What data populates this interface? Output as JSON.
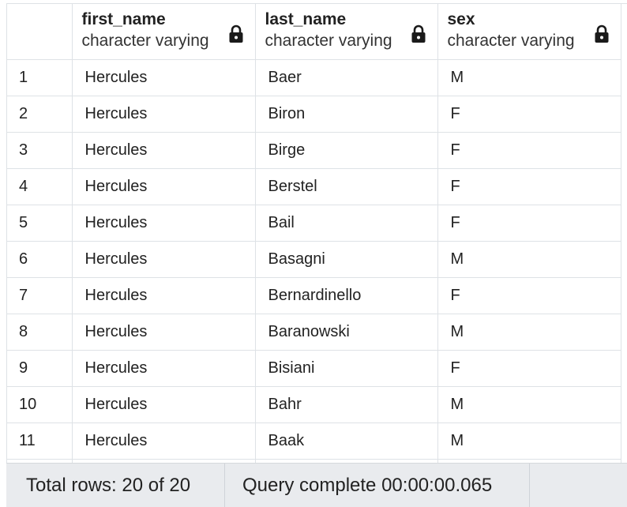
{
  "columns": [
    {
      "name": "first_name",
      "type": "character varying"
    },
    {
      "name": "last_name",
      "type": "character varying"
    },
    {
      "name": "sex",
      "type": "character varying"
    }
  ],
  "rows": [
    {
      "num": "1",
      "first_name": "Hercules",
      "last_name": "Baer",
      "sex": "M"
    },
    {
      "num": "2",
      "first_name": "Hercules",
      "last_name": "Biron",
      "sex": "F"
    },
    {
      "num": "3",
      "first_name": "Hercules",
      "last_name": "Birge",
      "sex": "F"
    },
    {
      "num": "4",
      "first_name": "Hercules",
      "last_name": "Berstel",
      "sex": "F"
    },
    {
      "num": "5",
      "first_name": "Hercules",
      "last_name": "Bail",
      "sex": "F"
    },
    {
      "num": "6",
      "first_name": "Hercules",
      "last_name": "Basagni",
      "sex": "M"
    },
    {
      "num": "7",
      "first_name": "Hercules",
      "last_name": "Bernardinello",
      "sex": "F"
    },
    {
      "num": "8",
      "first_name": "Hercules",
      "last_name": "Baranowski",
      "sex": "M"
    },
    {
      "num": "9",
      "first_name": "Hercules",
      "last_name": "Bisiani",
      "sex": "F"
    },
    {
      "num": "10",
      "first_name": "Hercules",
      "last_name": "Bahr",
      "sex": "M"
    },
    {
      "num": "11",
      "first_name": "Hercules",
      "last_name": "Baak",
      "sex": "M"
    }
  ],
  "status": {
    "total_rows": "Total rows: 20 of 20",
    "query": "Query complete 00:00:00.065"
  },
  "icons": {
    "column_lock": "lock-icon"
  }
}
